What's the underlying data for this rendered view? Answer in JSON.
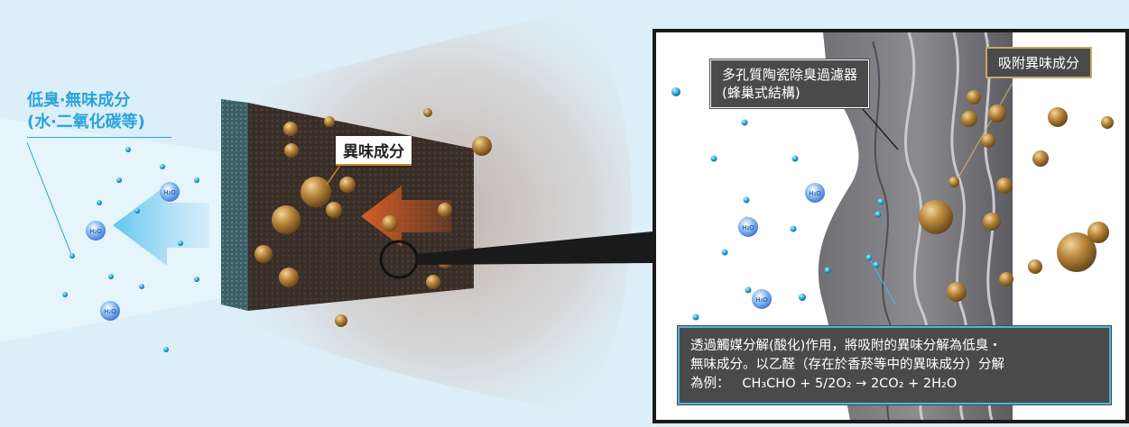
{
  "labels": {
    "low_odor_line1": "低臭‧無味成分",
    "low_odor_line2": "(水‧二氧化碳等)",
    "odor_component": "異味成分",
    "h2o": "H₂O"
  },
  "inset": {
    "filter_line1": "多孔質陶瓷除臭過濾器",
    "filter_line2": "(蜂巢式結構)",
    "adsorbed": "吸附異味成分",
    "description_line1": "透過觸媒分解(酸化)作用，將吸附的異味分解為低臭・",
    "description_line2": "無味成分。以乙醛（存在於香菸等中的異味成分）分解",
    "description_prefix": "為例：",
    "equation": {
      "reactant1": "CH₃CHO",
      "plus1": " + ",
      "reactant2": "5/2O₂",
      "arrow": " → ",
      "product1": "2CO₂",
      "plus2": " + ",
      "product2": "2H₂O"
    }
  },
  "colors": {
    "background": "#dceef7",
    "accent_blue": "#29a3dc",
    "filter_dark": "#3a2e28",
    "odor_gold": "#b7863c",
    "box_gray": "#4a4a4a"
  }
}
